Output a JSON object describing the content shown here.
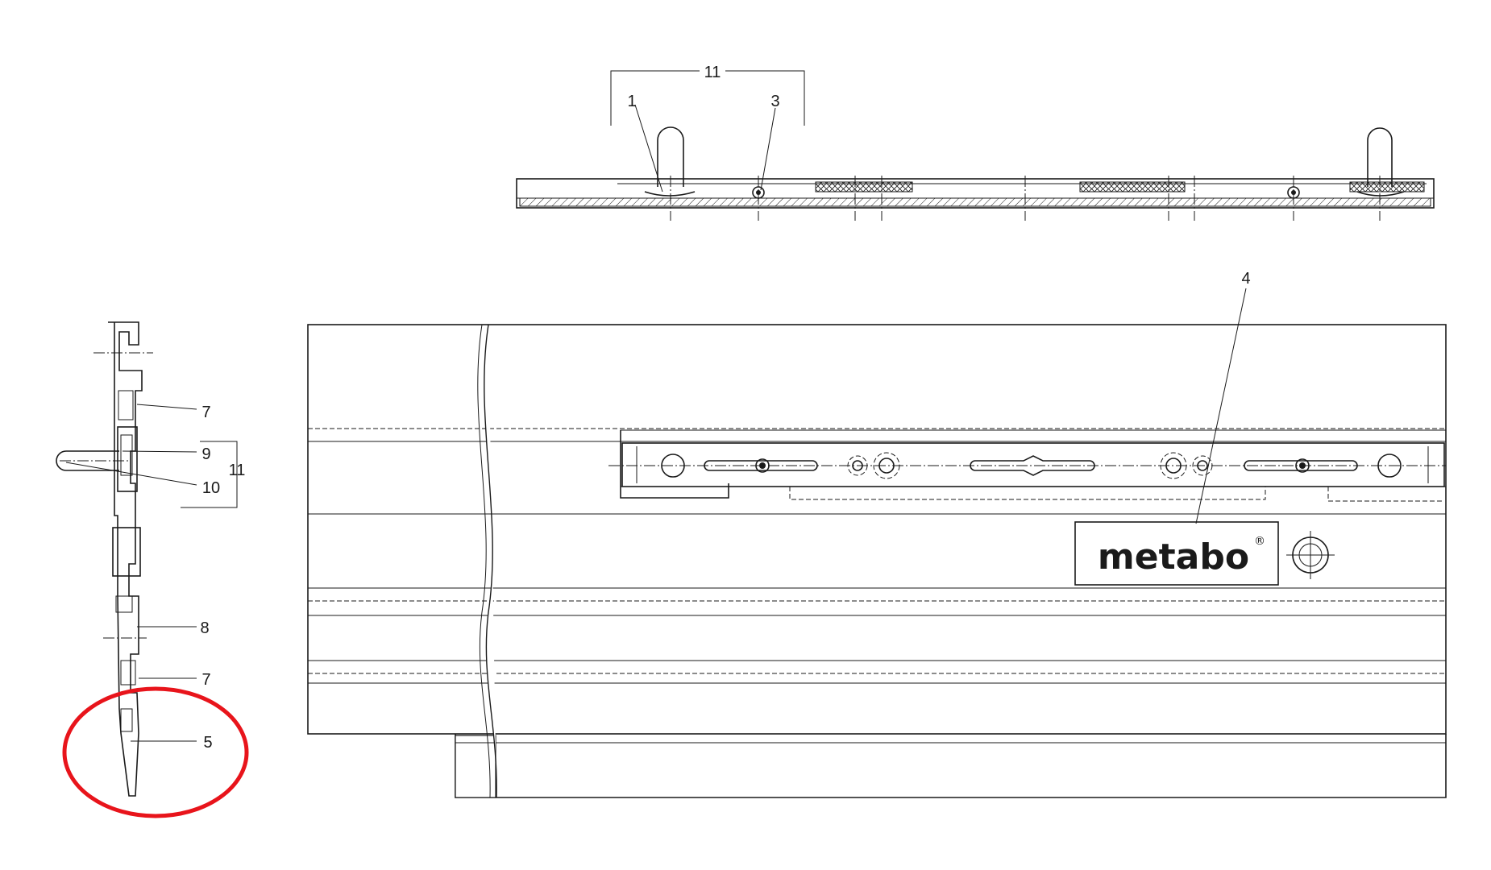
{
  "labels": {
    "part_1": "1",
    "part_3": "3",
    "part_4": "4",
    "part_5": "5",
    "part_7_upper": "7",
    "part_7_lower": "7",
    "part_8": "8",
    "part_9": "9",
    "part_10": "10",
    "part_11_top": "11",
    "part_11_side": "11"
  },
  "brand": {
    "name": "metabo",
    "registered_mark": "®"
  },
  "highlight": {
    "color": "#e8141b",
    "target": "part_5"
  },
  "colors": {
    "line": "#1a1a1a",
    "background": "#ffffff"
  }
}
